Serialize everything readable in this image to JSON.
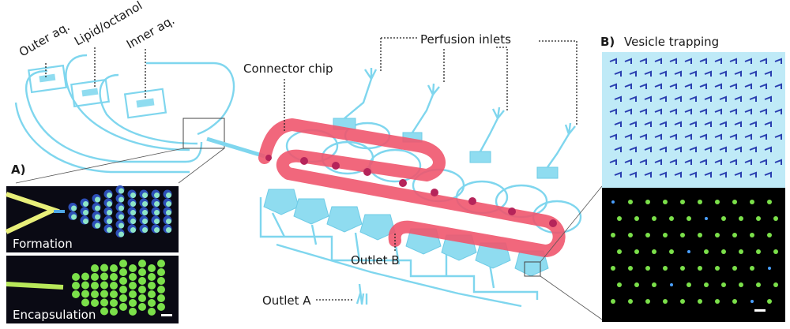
{
  "labels": {
    "outer_aq": "Outer aq.",
    "lipid_octanol": "Lipid/octanol",
    "inner_aq": "Inner aq.",
    "connector_chip": "Connector chip",
    "perfusion_inlets": "Perfusion inlets",
    "outlet_a": "Outlet A",
    "outlet_b": "Outlet B",
    "panel_a": "A)",
    "formation": "Formation",
    "encapsulation": "Encapsulation",
    "panel_b": "B)",
    "vesicle_trapping": "Vesicle trapping"
  },
  "colors": {
    "channel": "#7fd6ee",
    "connector": "#f0566e",
    "vesicle_green": "#7be04a",
    "vesicle_blue": "#3a5bd8",
    "trap_bg": "#bfeaf7"
  }
}
